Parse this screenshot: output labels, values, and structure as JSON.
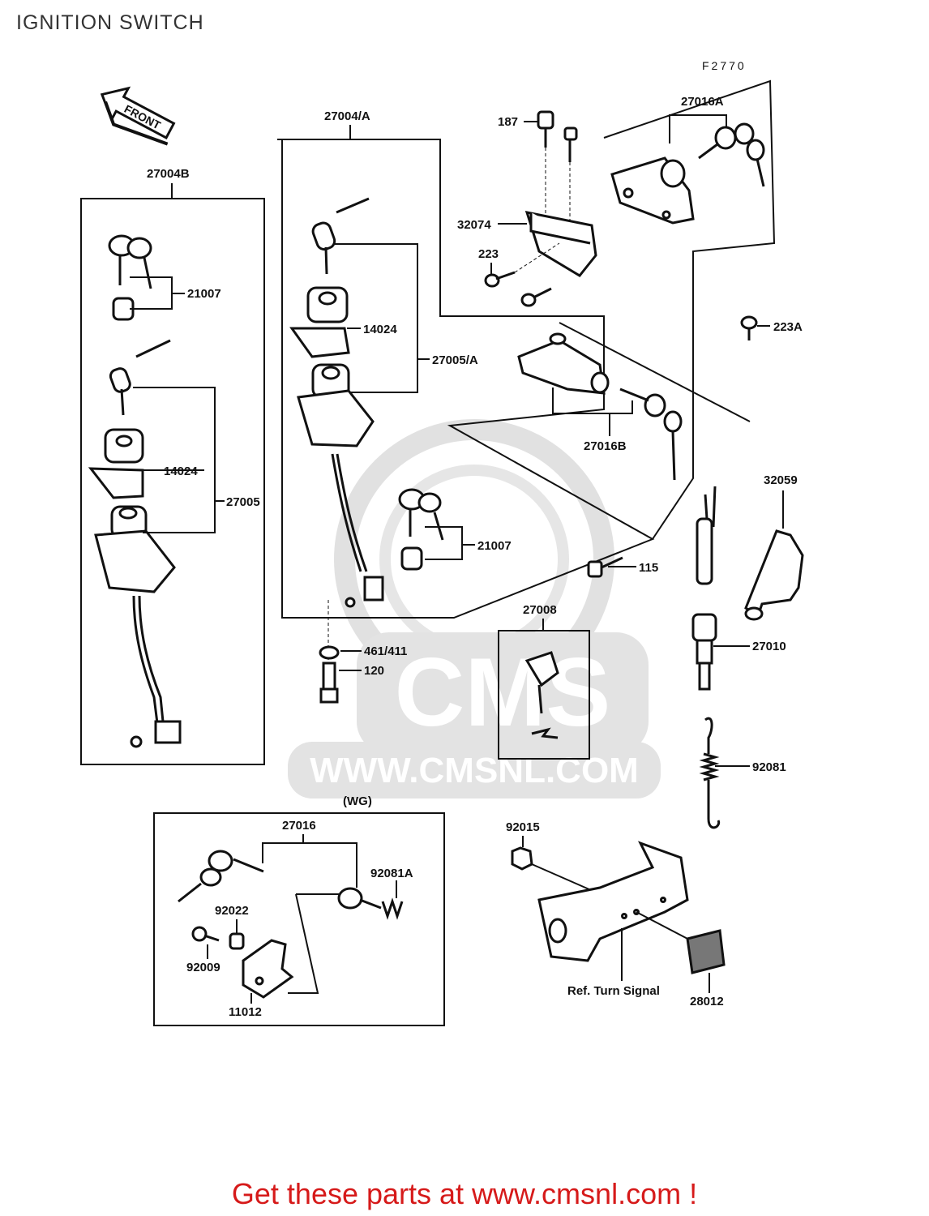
{
  "page": {
    "title": "IGNITION SWITCH",
    "figure_code": "F2770",
    "footer": "Get these parts at www.cmsnl.com !"
  },
  "watermark": {
    "logo_text": "CMS",
    "url_text": "WWW.CMSNL.COM"
  },
  "direction_arrow": {
    "label": "FRONT"
  },
  "groups": {
    "wg_header": "(WG)",
    "ref_note": "Ref. Turn Signal"
  },
  "parts": {
    "p27004B": "27004B",
    "p21007_left": "21007",
    "p14024_left": "14024",
    "p27005": "27005",
    "p27004A": "27004/A",
    "p14024_mid": "14024",
    "p27005A": "27005/A",
    "p21007_mid": "21007",
    "p461_411": "461/411",
    "p120": "120",
    "p187": "187",
    "p32074": "32074",
    "p223": "223",
    "p27016A": "27016A",
    "p223A": "223A",
    "p27016B": "27016B",
    "p115": "115",
    "p32059": "32059",
    "p27010": "27010",
    "p27008": "27008",
    "p92081": "92081",
    "p27016": "27016",
    "p92081A": "92081A",
    "p92022": "92022",
    "p92009": "92009",
    "p11012": "11012",
    "p92015": "92015",
    "p28012": "28012"
  }
}
